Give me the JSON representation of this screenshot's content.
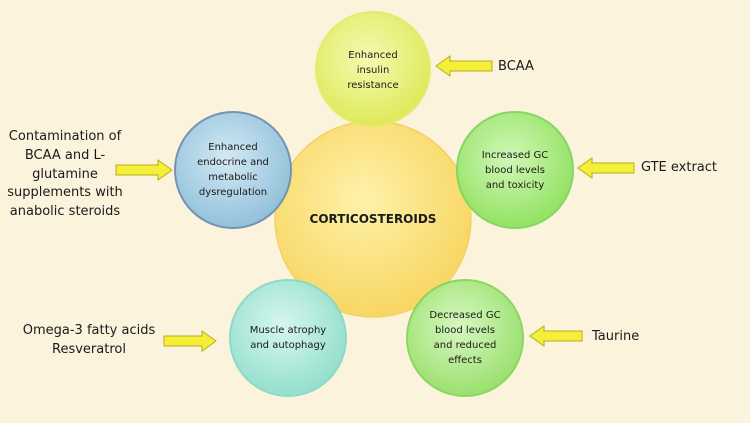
{
  "center": {
    "label": "CORTICOSTEROIDS"
  },
  "nodes": [
    {
      "id": "top",
      "lines": [
        "Enhanced",
        "insulin",
        "resistance"
      ]
    },
    {
      "id": "left",
      "lines": [
        "Enhanced",
        "endocrine and",
        "metabolic",
        "dysregulation"
      ]
    },
    {
      "id": "right",
      "lines": [
        "Increased GC",
        "blood levels",
        "and toxicity"
      ]
    },
    {
      "id": "bottom-left",
      "lines": [
        "Muscle atrophy",
        "and autophagy"
      ]
    },
    {
      "id": "bottom-right",
      "lines": [
        "Decreased GC",
        "blood levels",
        "and reduced",
        "effects"
      ]
    }
  ],
  "inputs": [
    {
      "id": "bcaa",
      "lines": [
        "BCAA"
      ]
    },
    {
      "id": "contamination",
      "lines": [
        "Contamination of",
        "BCAA and L-",
        "glutamine",
        "supplements with",
        "anabolic steroids"
      ]
    },
    {
      "id": "gte",
      "lines": [
        "GTE extract"
      ]
    },
    {
      "id": "omega",
      "lines": [
        "Omega-3 fatty acids",
        "Resveratrol"
      ]
    },
    {
      "id": "taurine",
      "lines": [
        "Taurine"
      ]
    }
  ],
  "colors": {
    "background": "#fcf3dc",
    "center": "#fce07a",
    "top": "#eaf27a",
    "left": "#a8cfe6",
    "right": "#a6ef7e",
    "bottom_left": "#a9ecde",
    "bottom_right": "#b0ee88",
    "arrow": "#f4f03a"
  }
}
